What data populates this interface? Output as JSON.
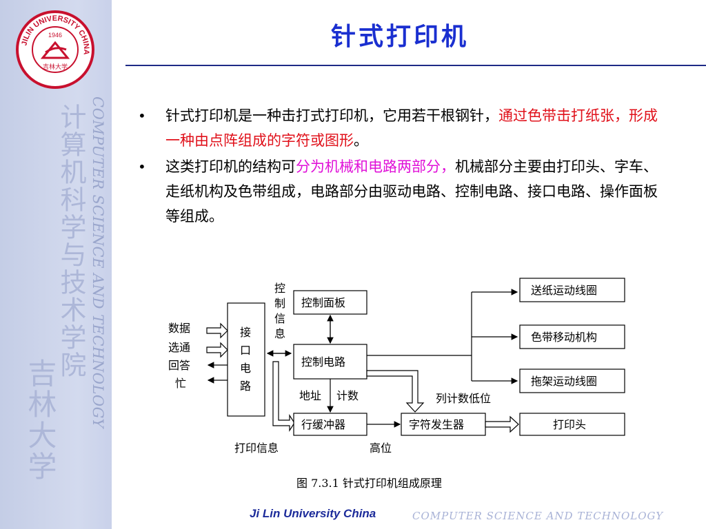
{
  "sidebar": {
    "logo_ring_text": "JILIN UNIVERSITY CHINA",
    "logo_year": "1946",
    "logo_signature": "吉林大学",
    "vertical_en": "COMPUTER SCIENCE AND TECHNOLOGY",
    "vertical_cn_college": "计算机科学与技术学院",
    "vertical_cn_university": "吉林大学"
  },
  "slide": {
    "title": "针式打印机",
    "bullets": [
      {
        "prefix": "针式打印机是一种击打式打印机，它用若干根钢针，",
        "highlight": "通过色带击打纸张，形成一种由点阵组成的字符或图形",
        "suffix": "。"
      },
      {
        "prefix": "这类打印机的结构可",
        "highlight": "分为机械和电路两部分，",
        "suffix": "机械部分主要由打印头、字车、走纸机构及色带组成，电路部分由驱动电路、控制电路、接口电路、操作面板等组成。"
      }
    ],
    "bullet_symbol": "•"
  },
  "diagram": {
    "input_labels": [
      "数据",
      "选通",
      "回答",
      "忙"
    ],
    "interface_box": [
      "接",
      "口",
      "电",
      "路"
    ],
    "control_info": [
      "控",
      "制",
      "信",
      "息"
    ],
    "control_panel": "控制面板",
    "control_circuit": "控制电路",
    "address": "地址",
    "count": "计数",
    "line_buffer": "行缓冲器",
    "char_generator": "字符发生器",
    "print_head": "打印头",
    "paper_feed_coil": "送纸运动线圈",
    "ribbon_mechanism": "色带移动机构",
    "carriage_coil": "拖架运动线圈",
    "column_count_low": "列计数低位",
    "print_info": "打印信息",
    "high_bits": "高位",
    "caption": "图 7.3.1   针式打印机组成原理"
  },
  "footer": {
    "university": "Ji Lin University China",
    "department": "COMPUTER  SCIENCE  AND  TECHNOLOGY"
  },
  "colors": {
    "title": "#1a2fd0",
    "highlight_red": "#e0101a",
    "highlight_magenta": "#e010d8",
    "sidebar": "#c9d1ea",
    "logo_red": "#c8102e"
  }
}
